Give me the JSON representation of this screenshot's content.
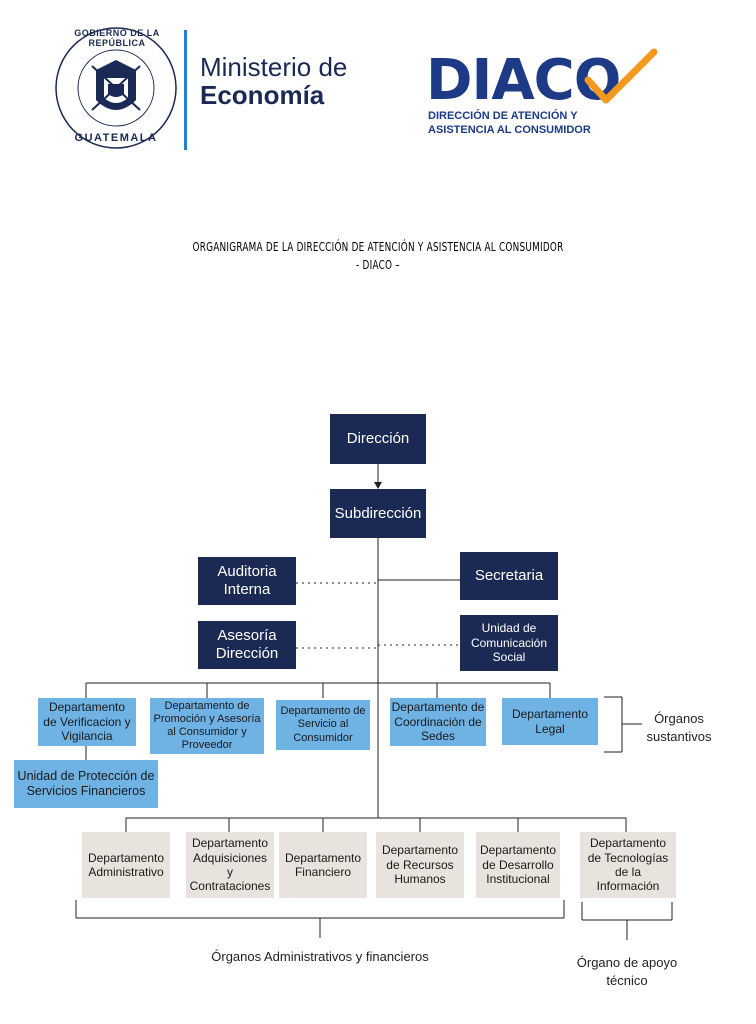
{
  "header": {
    "seal_text_top": "GOBIERNO DE LA REPÚBLICA",
    "seal_text_bottom": "GUATEMALA",
    "ministry_line1": "Ministerio de",
    "ministry_line2": "Economía",
    "diaco_word": "DIACO",
    "diaco_sub_line1": "DIRECCIÓN DE ATENCIÓN Y",
    "diaco_sub_line2": "ASISTENCIA AL CONSUMIDOR"
  },
  "title": {
    "line1": "ORGANIGRAMA DE LA DIRECCIÓN DE ATENCIÓN Y ASISTENCIA AL CONSUMIDOR",
    "line2": "- DIACO –"
  },
  "chart": {
    "direccion": "Dirección",
    "subdireccion": "Subdirección",
    "auditoria": "Auditoria\nInterna",
    "secretaria": "Secretaria",
    "asesoria": "Asesoría\nDirección",
    "comunicacion": "Unidad de\nComunicación\nSocial",
    "sustantivos": [
      "Departamento\nde Verificacion y\nVigilancia",
      "Departamento de\nPromoción y Asesoría\nal Consumidor y\nProveedor",
      "Departamento de\nServicio al\nConsumidor",
      "Departamento de\nCoordinación de\nSedes",
      "Departamento\nLegal"
    ],
    "unidad_proteccion": "Unidad de Protección de\nServicios Financieros",
    "administrativos": [
      "Departamento\nAdministrativo",
      "Departamento\nAdquisiciones\ny\nContrataciones",
      "Departamento\nFinanciero",
      "Departamento\nde Recursos\nHumanos",
      "Departamento\nde Desarrollo\nInstitucional"
    ],
    "tecnologias": "Departamento\nde Tecnologías\nde la\nInformación",
    "label_sustantivos": "Órganos\nsustantivos",
    "label_administrativos": "Órganos Administrativos y financieros",
    "label_apoyo": "Órgano de apoyo\ntécnico"
  },
  "colors": {
    "navy": "#1b2a55",
    "blue": "#6fb2e4",
    "gray": "#e8e3dc",
    "diaco_blue": "#1c3a86",
    "diaco_orange": "#f39a1e"
  }
}
